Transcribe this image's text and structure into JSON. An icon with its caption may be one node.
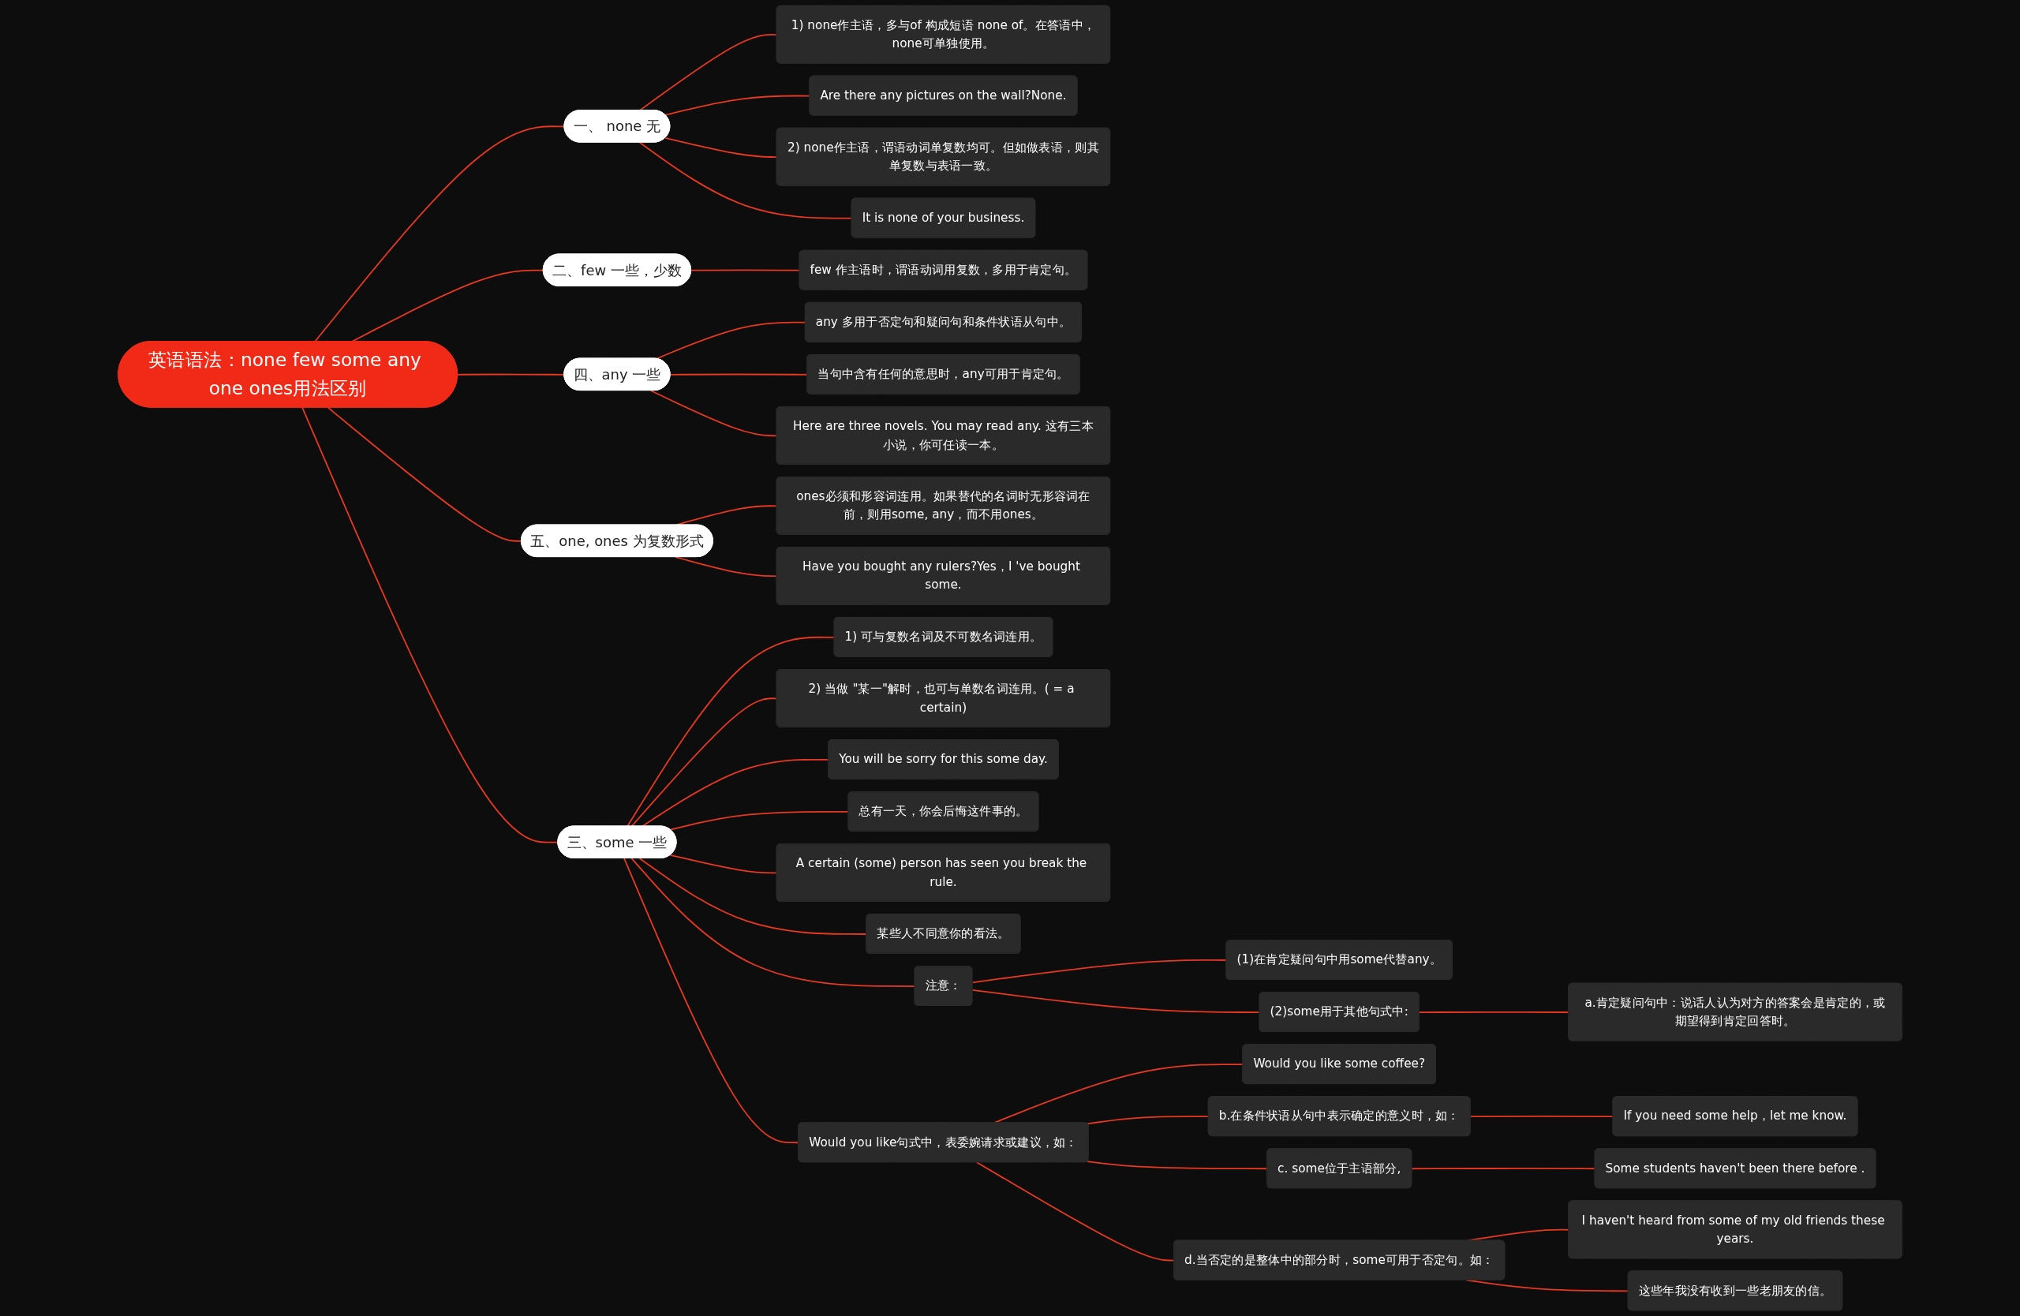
{
  "diagram": {
    "nodes": [
      {
        "text": [
          "英语语法：none few some any one ones用法区别"
        ]
      },
      {
        "text": [
          "一、 none 无"
        ]
      },
      {
        "text": [
          "1) none作主语，多与of 构成短语 none of。在答语中，none可单独使用。"
        ]
      },
      {
        "text": [
          "Are there any pictures on the wall?None."
        ]
      },
      {
        "text": [
          "2) none作主语，谓语动词单复数均可。但如做表语，则其单复数与表语一致。"
        ]
      },
      {
        "text": [
          "It is none of your business."
        ]
      },
      {
        "text": [
          "二、few 一些，少数"
        ]
      },
      {
        "text": [
          "few 作主语时，谓语动词用复数，多用于肯定句。"
        ]
      },
      {
        "text": [
          "三、some 一些"
        ]
      },
      {
        "text": [
          "1) 可与复数名词及不可数名词连用。"
        ]
      },
      {
        "text": [
          "2) 当做 \"某一\"解时，也可与单数名词连用。( = a certain)"
        ]
      },
      {
        "text": [
          "You will be sorry for this some day."
        ]
      },
      {
        "text": [
          "总有一天，你会后悔这件事的。"
        ]
      },
      {
        "text": [
          "A certain (some) person has seen you break the rule."
        ]
      },
      {
        "text": [
          "某些人不同意你的看法。"
        ]
      },
      {
        "text": [
          "注意："
        ]
      },
      {
        "text": [
          "(1)在肯定疑问句中用some代替any。"
        ]
      },
      {
        "text": [
          "(2)some用于其他句式中:"
        ]
      },
      {
        "text": [
          "a.肯定疑问句中：说话人认为对方的答案会是肯定的，或期望得到肯定回答时。"
        ]
      },
      {
        "text": [
          "Would you like句式中，表委婉请求或建议，如："
        ]
      },
      {
        "text": [
          "Would you like some coffee?"
        ]
      },
      {
        "text": [
          "b.在条件状语从句中表示确定的意义时，如："
        ]
      },
      {
        "text": [
          "If you need some help，let me know."
        ]
      },
      {
        "text": [
          "c. some位于主语部分,"
        ]
      },
      {
        "text": [
          "Some students haven't been there before ."
        ]
      },
      {
        "text": [
          "d.当否定的是整体中的部分时，some可用于否定句。如："
        ]
      },
      {
        "text": [
          "I haven't heard from some of my old friends these years."
        ]
      },
      {
        "text": [
          "这些年我没有收到一些老朋友的信。"
        ]
      },
      {
        "text": [
          "四、any 一些"
        ]
      },
      {
        "text": [
          "any 多用于否定句和疑问句和条件状语从句中。"
        ]
      },
      {
        "text": [
          "当句中含有任何的意思时，any可用于肯定句。"
        ]
      },
      {
        "text": [
          "Here are three novels. You may read any. 这有三本小说，你可任读一本。"
        ]
      },
      {
        "text": [
          "五、one, ones 为复数形式"
        ]
      },
      {
        "text": [
          "ones必须和形容词连用。如果替代的名词时无形容词在前，则用some, any，而不用ones。"
        ]
      },
      {
        "text": [
          "Have you bought any rulers?Yes，I 've bought some."
        ]
      }
    ],
    "edges": [
      {
        "from": 0,
        "to": 1,
        "arrow": "none"
      },
      {
        "from": 1,
        "to": 2,
        "arrow": "none"
      },
      {
        "from": 1,
        "to": 3,
        "arrow": "none"
      },
      {
        "from": 1,
        "to": 4,
        "arrow": "none"
      },
      {
        "from": 1,
        "to": 5,
        "arrow": "none"
      },
      {
        "from": 0,
        "to": 6,
        "arrow": "none"
      },
      {
        "from": 6,
        "to": 7,
        "arrow": "none"
      },
      {
        "from": 0,
        "to": 8,
        "arrow": "none"
      },
      {
        "from": 8,
        "to": 9,
        "arrow": "none"
      },
      {
        "from": 8,
        "to": 10,
        "arrow": "none"
      },
      {
        "from": 8,
        "to": 11,
        "arrow": "none"
      },
      {
        "from": 8,
        "to": 12,
        "arrow": "none"
      },
      {
        "from": 8,
        "to": 13,
        "arrow": "none"
      },
      {
        "from": 8,
        "to": 14,
        "arrow": "none"
      },
      {
        "from": 8,
        "to": 15,
        "arrow": "none"
      },
      {
        "from": 15,
        "to": 16,
        "arrow": "none"
      },
      {
        "from": 15,
        "to": 17,
        "arrow": "none"
      },
      {
        "from": 17,
        "to": 18,
        "arrow": "none"
      },
      {
        "from": 8,
        "to": 19,
        "arrow": "none"
      },
      {
        "from": 19,
        "to": 20,
        "arrow": "none"
      },
      {
        "from": 19,
        "to": 21,
        "arrow": "none"
      },
      {
        "from": 21,
        "to": 22,
        "arrow": "none"
      },
      {
        "from": 19,
        "to": 23,
        "arrow": "none"
      },
      {
        "from": 23,
        "to": 24,
        "arrow": "none"
      },
      {
        "from": 19,
        "to": 25,
        "arrow": "none"
      },
      {
        "from": 25,
        "to": 26,
        "arrow": "none"
      },
      {
        "from": 25,
        "to": 27,
        "arrow": "none"
      },
      {
        "from": 0,
        "to": 28,
        "arrow": "none"
      },
      {
        "from": 28,
        "to": 29,
        "arrow": "none"
      },
      {
        "from": 28,
        "to": 30,
        "arrow": "none"
      },
      {
        "from": 28,
        "to": 31,
        "arrow": "none"
      },
      {
        "from": 0,
        "to": 32,
        "arrow": "none"
      },
      {
        "from": 32,
        "to": 33,
        "arrow": "none"
      },
      {
        "from": 32,
        "to": 34,
        "arrow": "none"
      }
    ]
  }
}
